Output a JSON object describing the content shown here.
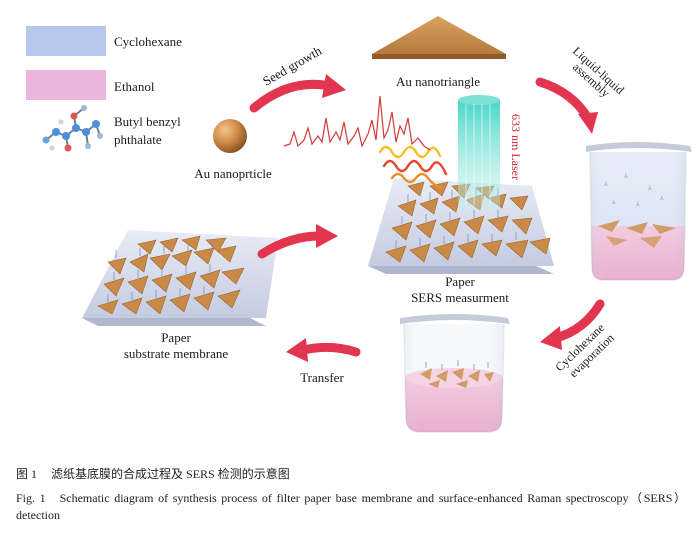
{
  "legend": {
    "items": [
      {
        "label": "Cyclohexane",
        "color": "#a9bde8"
      },
      {
        "label": "Ethanol",
        "color": "#e8a8d8"
      }
    ],
    "molecule_line1": "Butyl benzyl",
    "molecule_line2": "phthalate"
  },
  "labels": {
    "au_nanoparticle": "Au nanoprticle",
    "seed_growth": "Seed growth",
    "au_nanotriangle": "Au nanotriangle",
    "assembly_line1": "Liquid-liquid",
    "assembly_line2": "assembly",
    "laser": "633 nm Laser",
    "sers_line1": "Paper",
    "sers_line2": "SERS measurment",
    "evap_line1": "Cyclohexane",
    "evap_line2": "evaporation",
    "transfer": "Transfer",
    "substrate_line1": "Paper",
    "substrate_line2": "substrate membrane"
  },
  "colors": {
    "arrow": "#e2354f",
    "gold": "#c98a48",
    "cyclohexane": "#a9bde8",
    "ethanol": "#e8a8d8",
    "laser": "#4fd6c6"
  },
  "caption": {
    "cn_fig": "图 1",
    "cn_text": "滤纸基底膜的合成过程及 SERS 检测的示意图",
    "en_fig": "Fig. 1",
    "en_text": "Schematic diagram of synthesis process of filter paper base membrane and surface-enhanced Raman spectroscopy（SERS）detection"
  }
}
